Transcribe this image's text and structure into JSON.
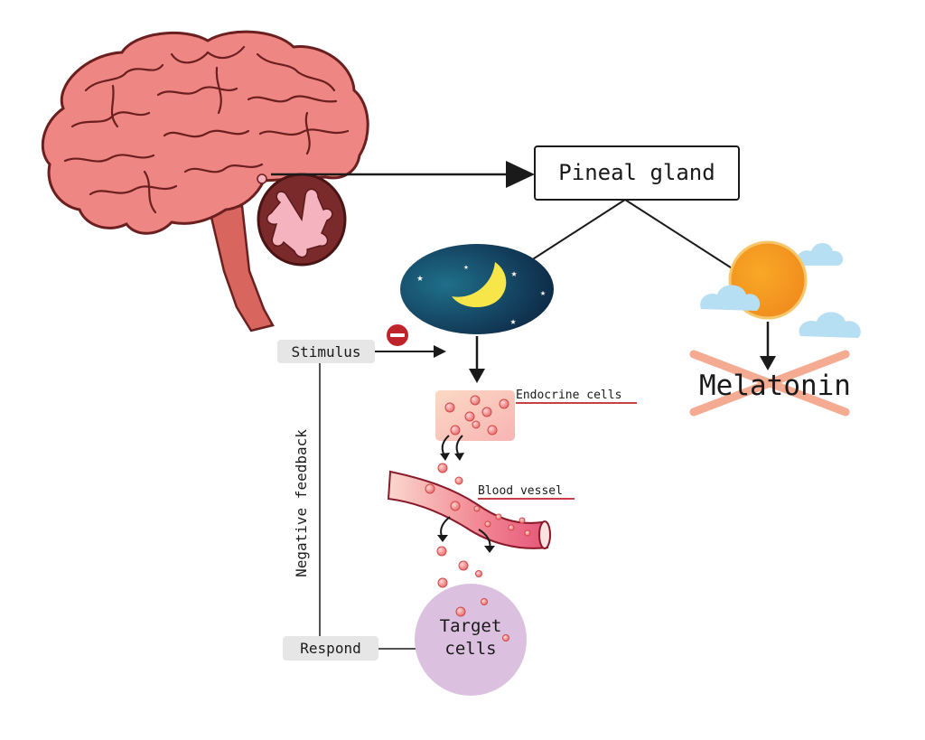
{
  "labels": {
    "pineal_gland": "Pineal gland",
    "stimulus": "Stimulus",
    "respond": "Respond",
    "negative_feedback": "Negative feedback",
    "endocrine_cells": "Endocrine cells",
    "blood_vessel": "Blood vessel",
    "target_cells_line1": "Target",
    "target_cells_line2": "cells",
    "melatonin": "Melatonin"
  },
  "colors": {
    "brain": "#ee8783",
    "brain_outline": "#6b1f1f",
    "cerebellum": "#7a2a2a",
    "brainstem": "#d8665f",
    "night_sky_dark": "#0c2340",
    "night_sky_light": "#1f6f8b",
    "moon": "#f7e64a",
    "sun": "#f6a021",
    "cloud": "#b6dff3",
    "cross": "#f4ab92",
    "inhibit": "#c0242b",
    "target_cells": "#dcc0df",
    "blood_vessel": "#ea6c87",
    "label_box": "#e6e6e6"
  },
  "icons": {
    "brain": "brain-icon",
    "night": "night-sky-icon",
    "day": "sun-clouds-icon",
    "inhibit": "minus-circle-icon"
  }
}
